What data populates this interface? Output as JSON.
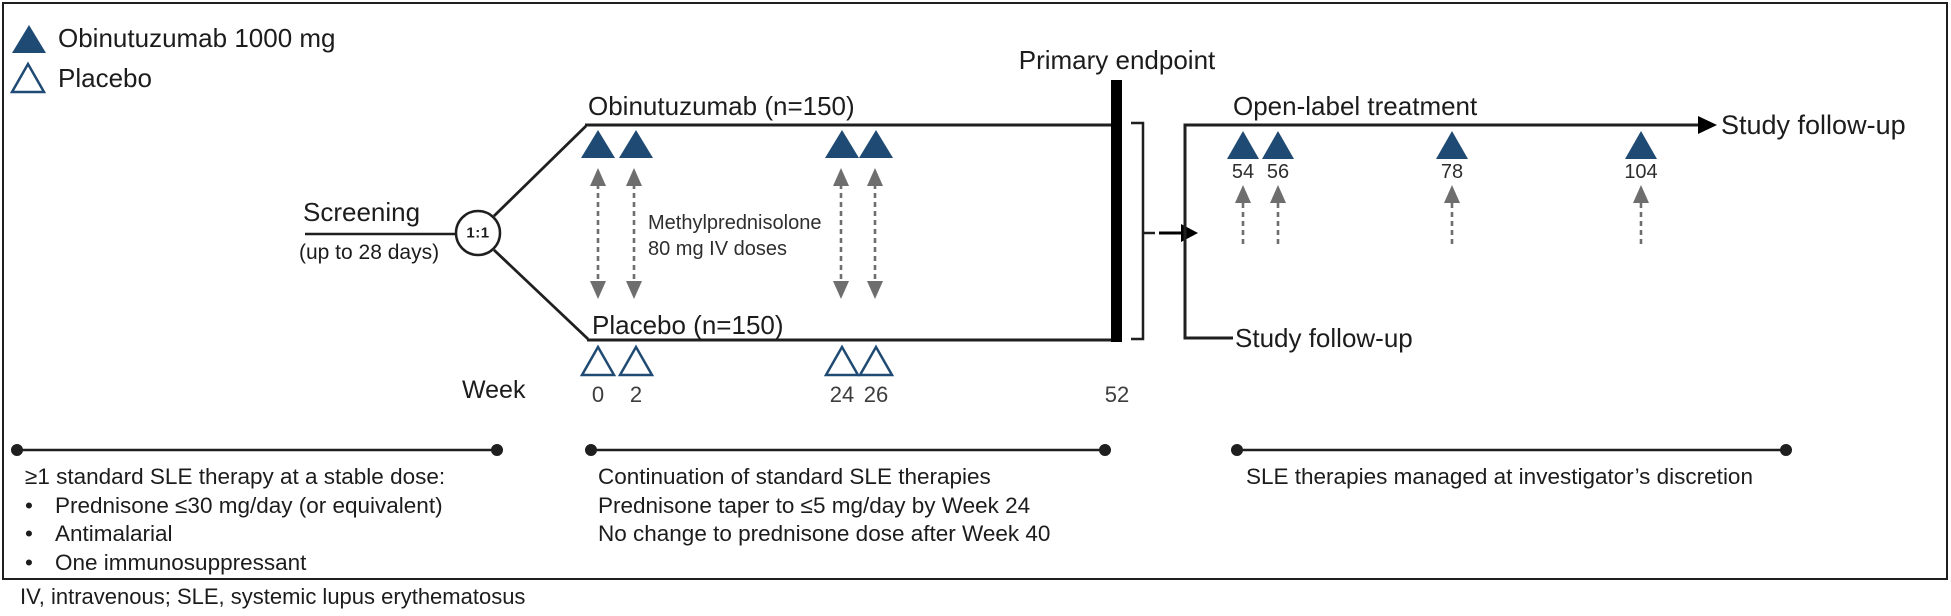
{
  "colors": {
    "navy": "#1F4A73",
    "arrow_gray": "#6E6E6E",
    "ink": "#1C1C1C"
  },
  "bullet_char": "•",
  "legend": {
    "items": [
      {
        "symbol": "filled-triangle",
        "label": "Obinutuzumab 1000 mg"
      },
      {
        "symbol": "open-triangle",
        "label": "Placebo"
      }
    ]
  },
  "screening": {
    "label": "Screening",
    "sublabel": "(up to 28 days)",
    "randomization_ratio": "1:1"
  },
  "arms": {
    "obinutuzumab": {
      "label": "Obinutuzumab (n=150)"
    },
    "placebo": {
      "label": "Placebo (n=150)"
    }
  },
  "methylprednisolone": {
    "line1": "Methylprednisolone",
    "line2": "80 mg IV doses"
  },
  "primary_endpoint": {
    "label": "Primary endpoint"
  },
  "open_label": {
    "label": "Open-label treatment",
    "dose_weeks": [
      "54",
      "56",
      "78",
      "104"
    ],
    "followup_label": "Study follow-up"
  },
  "study_followup": {
    "label": "Study follow-up"
  },
  "timeline": {
    "axis_label": "Week",
    "labels": [
      "0",
      "2",
      "24",
      "26",
      "52"
    ]
  },
  "phases": [
    {
      "title": "≥1 standard SLE therapy at a stable dose:",
      "bullets": [
        "Prednisone ≤30 mg/day (or equivalent)",
        "Antimalarial",
        "One immunosuppressant"
      ]
    },
    {
      "lines": [
        "Continuation of standard SLE therapies",
        "Prednisone taper to ≤5 mg/day by Week 24",
        "No change to prednisone dose after Week 40"
      ]
    },
    {
      "lines": [
        "SLE therapies managed at investigator’s discretion"
      ]
    }
  ],
  "footnote": "IV, intravenous; SLE, systemic lupus erythematosus"
}
